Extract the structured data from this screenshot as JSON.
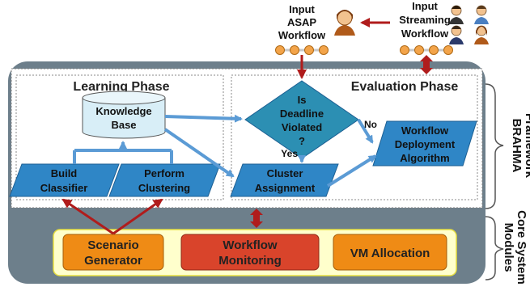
{
  "inputs": {
    "asap": [
      "Input",
      "ASAP",
      "Workflow"
    ],
    "streaming": [
      "Input",
      "Streaming",
      "Workflow"
    ]
  },
  "framework_label": [
    "BRAHMA",
    "Framework"
  ],
  "core_label": [
    "Core System",
    "Modules"
  ],
  "learning": {
    "title": "Learning Phase",
    "knowledge_base": [
      "Knowledge",
      "Base"
    ],
    "build_classifier": [
      "Build",
      "Classifier"
    ],
    "perform_clustering": [
      "Perform",
      "Clustering"
    ]
  },
  "evaluation": {
    "title": "Evaluation Phase",
    "decision": [
      "Is",
      "Deadline",
      "Violated",
      "?"
    ],
    "yes_label": "Yes",
    "no_label": "No",
    "cluster_assignment": [
      "Cluster",
      "Assignment"
    ],
    "workflow_deployment": [
      "Workflow",
      "Deployment",
      "Algorithm"
    ]
  },
  "modules": {
    "scenario_generator": [
      "Scenario",
      "Generator"
    ],
    "workflow_monitoring": [
      "Workflow",
      "Monitoring"
    ],
    "vm_allocation": "VM Allocation"
  },
  "colors": {
    "outer_panel": "#6d7f8b",
    "blue_fill": "#2f86c6",
    "blue_stroke": "#1c5f93",
    "teal_fill": "#2c8fb3",
    "kb_fill": "#d8eef7",
    "connector_blue": "#5b9bd5",
    "arrow_red": "#b01c1c",
    "module_orange": "#ef8b15",
    "module_red": "#d9442b",
    "module_strip": "#ffffcc",
    "node_orange": "#f3a44a"
  }
}
